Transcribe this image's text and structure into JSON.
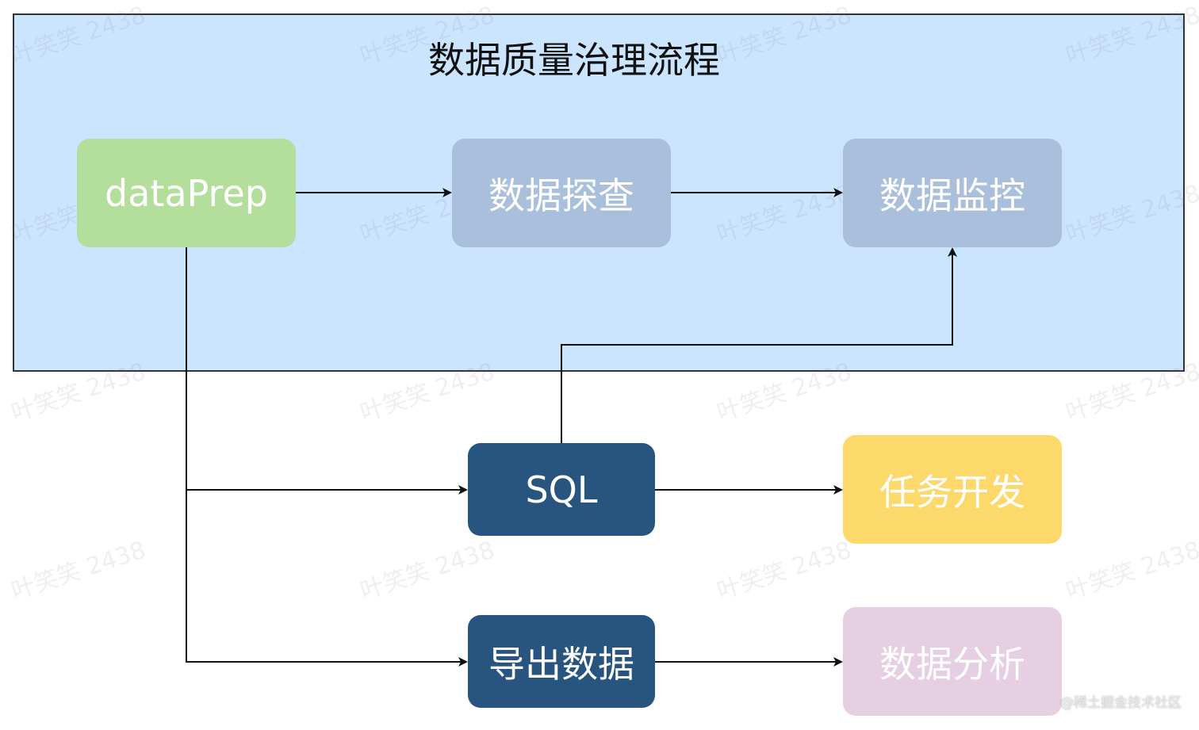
{
  "diagram": {
    "title": "数据质量治理流程",
    "nodes": {
      "dataprep": {
        "label": "dataPrep",
        "color": "#b3de9c"
      },
      "explore": {
        "label": "数据探查",
        "color": "#a9bfdb"
      },
      "monitor": {
        "label": "数据监控",
        "color": "#a9bfdb"
      },
      "sql": {
        "label": "SQL",
        "color": "#275580"
      },
      "task": {
        "label": "任务开发",
        "color": "#fdd96b"
      },
      "export": {
        "label": "导出数据",
        "color": "#275580"
      },
      "analysis": {
        "label": "数据分析",
        "color": "#e6cfe2"
      }
    },
    "edges": [
      {
        "from": "dataprep",
        "to": "explore"
      },
      {
        "from": "explore",
        "to": "monitor"
      },
      {
        "from": "dataprep",
        "to": "sql"
      },
      {
        "from": "dataprep",
        "to": "export"
      },
      {
        "from": "sql",
        "to": "monitor"
      },
      {
        "from": "sql",
        "to": "task"
      },
      {
        "from": "export",
        "to": "analysis"
      }
    ],
    "panel_color": "#cce5ff",
    "edge_color": "#111111"
  },
  "watermark": {
    "text": "叶笑笑 2438"
  },
  "credit": {
    "text": "@稀土掘金技术社区"
  }
}
